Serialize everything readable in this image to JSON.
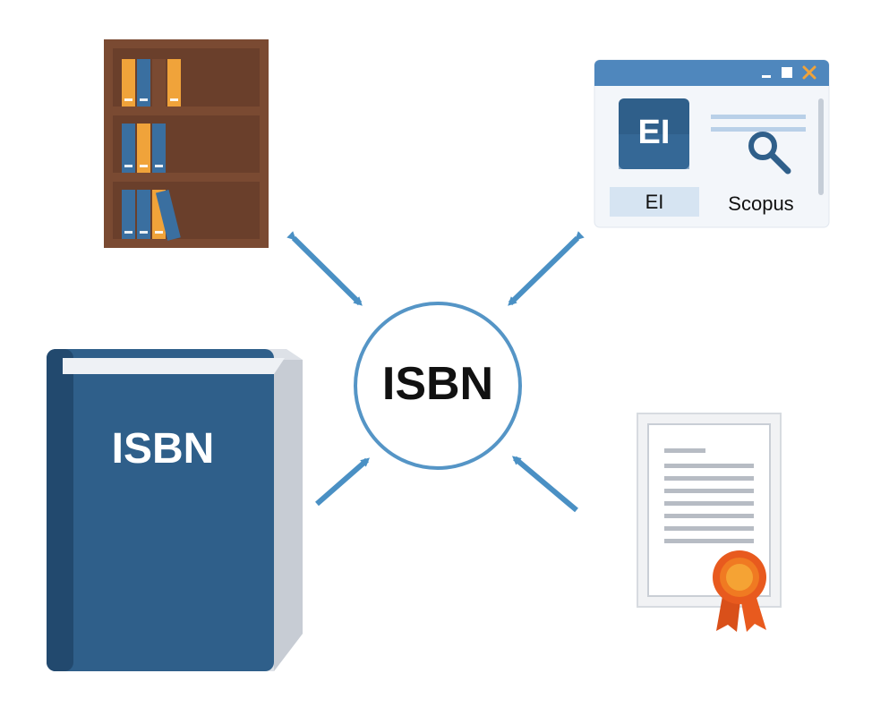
{
  "hub": {
    "label": "ISBN"
  },
  "book": {
    "cover_label": "ISBN"
  },
  "indexing_window": {
    "tile_label": "EI",
    "left_label": "EI",
    "right_label": "Scopus"
  },
  "colors": {
    "primary_blue": "#2f5f8a",
    "arrow_blue": "#4a90c4",
    "wood": "#7a4a32",
    "book_orange": "#f0a33a",
    "ribbon_orange": "#e85a1e"
  },
  "icons": {
    "bookshelf": "bookshelf-icon",
    "window": "indexing-window-icon",
    "book": "isbn-book-icon",
    "certificate": "certificate-icon",
    "search": "search-icon"
  }
}
